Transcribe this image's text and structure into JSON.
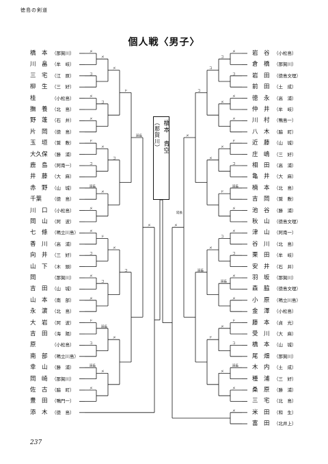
{
  "header": "徳島の剣道",
  "title": "個人戦〈男子〉",
  "page_number": "237",
  "champion": {
    "name": "橋本　青空",
    "school": "（那賀川）"
  },
  "left_players": [
    {
      "name": "橋　本",
      "school": "（那賀川）"
    },
    {
      "name": "川　畠",
      "school": "（牟　岐）"
    },
    {
      "name": "三　宅",
      "school": "（江　原）"
    },
    {
      "name": "柳　生",
      "school": "（三　好）"
    },
    {
      "name": "桂",
      "school": "（小松島）"
    },
    {
      "name": "撫　養",
      "school": "（北　島）"
    },
    {
      "name": "野　蓬",
      "school": "（石　井）"
    },
    {
      "name": "片　岡",
      "school": "（徳　島）"
    },
    {
      "name": "玉　垣",
      "school": "（鷲　敷）"
    },
    {
      "name": "大久保",
      "school": "（勝　浦）"
    },
    {
      "name": "鹿　島",
      "school": "（阿南一）"
    },
    {
      "name": "井　藤",
      "school": "（大　麻）"
    },
    {
      "name": "赤　野",
      "school": "（山　城）"
    },
    {
      "name": "千葉",
      "school": "（徳　島）"
    },
    {
      "name": "川　口",
      "school": "（小松島）"
    },
    {
      "name": "岡　山",
      "school": "（阿　波）"
    },
    {
      "name": "七　條",
      "school": "（鳴立川島）"
    },
    {
      "name": "香　川",
      "school": "（高　浦）"
    },
    {
      "name": "向　井",
      "school": "（三　好）"
    },
    {
      "name": "山　下",
      "school": "（木　頭）"
    },
    {
      "name": "岡",
      "school": "（那賀川）"
    },
    {
      "name": "吉　田",
      "school": "（山　城）"
    },
    {
      "name": "山　本",
      "school": "（南　部）"
    },
    {
      "name": "永　濵",
      "school": "（北　島）"
    },
    {
      "name": "大　岩",
      "school": "（阿　波）"
    },
    {
      "name": "吉　田",
      "school": "（海　陽）"
    },
    {
      "name": "原",
      "school": "（小松島）"
    },
    {
      "name": "南　部",
      "school": "（鳴立川島）"
    },
    {
      "name": "幸　山",
      "school": "（勝　浦）"
    },
    {
      "name": "岡　崎",
      "school": "（那賀川）"
    },
    {
      "name": "佐　古",
      "school": "（脇　町）"
    },
    {
      "name": "豊　田",
      "school": "（鴨門一）"
    },
    {
      "name": "添　木",
      "school": "（徳　島）"
    }
  ],
  "right_players": [
    {
      "name": "岩　谷",
      "school": "（小松島）"
    },
    {
      "name": "倉　橋",
      "school": "（那賀川）"
    },
    {
      "name": "岩　田",
      "school": "（徳島文理）"
    },
    {
      "name": "前　田",
      "school": "（土　成）"
    },
    {
      "name": "徳　永",
      "school": "（高　浦）"
    },
    {
      "name": "仲　井",
      "school": "（牟　岐）"
    },
    {
      "name": "川　村",
      "school": "（鴨島一）"
    },
    {
      "name": "八　木",
      "school": "（脇　町）"
    },
    {
      "name": "近　藤",
      "school": "（山　城）"
    },
    {
      "name": "庄　嶋",
      "school": "（三　好）"
    },
    {
      "name": "相　田",
      "school": "（高　浦）"
    },
    {
      "name": "亀　井",
      "school": "（大　麻）"
    },
    {
      "name": "楠　本",
      "school": "（北　島）"
    },
    {
      "name": "吉　岡",
      "school": "（鷲　敷）"
    },
    {
      "name": "池　谷",
      "school": "（勝　浦）"
    },
    {
      "name": "秋　山",
      "school": "（徳島文理）"
    },
    {
      "name": "津　山",
      "school": "（阿南一）"
    },
    {
      "name": "谷　川",
      "school": "（北　島）"
    },
    {
      "name": "栗　田",
      "school": "（牟　岐）"
    },
    {
      "name": "安　井",
      "school": "（石　井）"
    },
    {
      "name": "羽　坂",
      "school": "（那賀川）"
    },
    {
      "name": "森　脇",
      "school": "（徳島文理）"
    },
    {
      "name": "小　原",
      "school": "（鳴立川島）"
    },
    {
      "name": "金　澤",
      "school": "（小松島）"
    },
    {
      "name": "藤　本",
      "school": "（貞　光）"
    },
    {
      "name": "受　川",
      "school": "（大　麻）"
    },
    {
      "name": "橋　本",
      "school": "（山　城）"
    },
    {
      "name": "尾　畑",
      "school": "（那賀川）"
    },
    {
      "name": "木　内",
      "school": "（土　成）"
    },
    {
      "name": "種　浦",
      "school": "（三　好）"
    },
    {
      "name": "桑　原",
      "school": "（勝　浦）"
    },
    {
      "name": "三　宅",
      "school": "（北　島）"
    },
    {
      "name": "米　田",
      "school": "（和　生）"
    },
    {
      "name": "富　田",
      "school": "（北井上）"
    }
  ],
  "score_marks": {
    "men": "メ",
    "kote": "コ",
    "do": "ド",
    "hansoku": "反",
    "encho": "延長"
  }
}
